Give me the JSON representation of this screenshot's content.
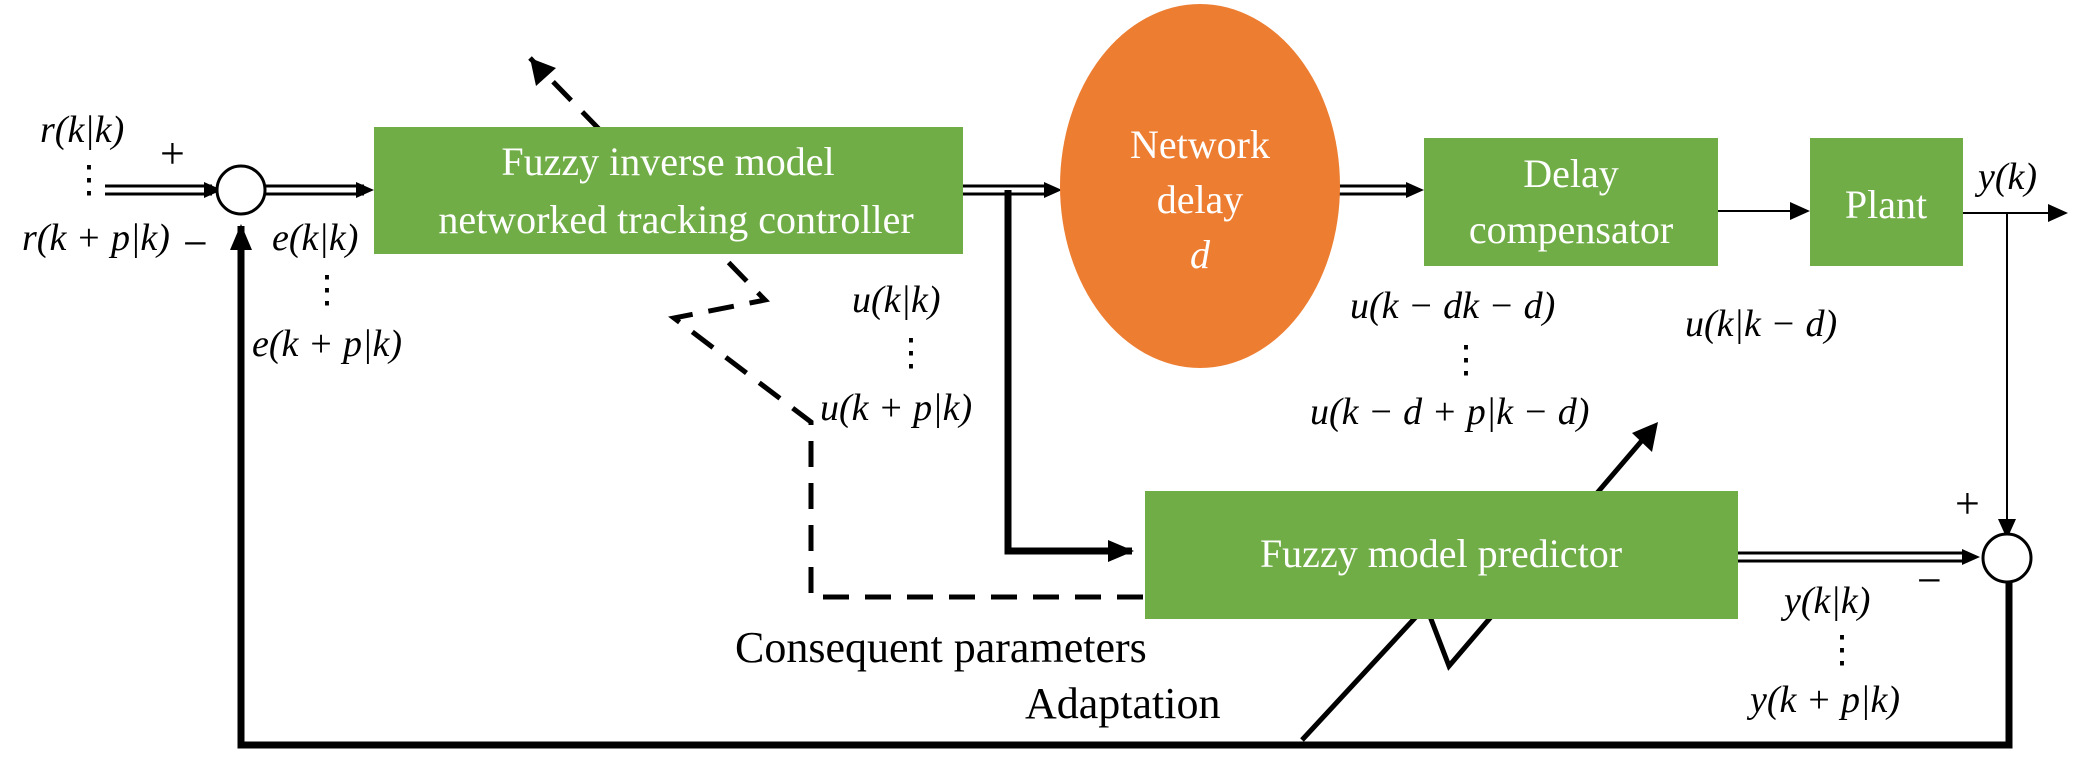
{
  "blocks": {
    "controller": {
      "line1": "Fuzzy inverse model",
      "line2": "networked tracking controller",
      "color": "#70ad47"
    },
    "network_delay": {
      "line1": "Network",
      "line2": "delay",
      "line3": "d",
      "color": "#ed7d31"
    },
    "compensator": {
      "line1": "Delay",
      "line2": "compensator",
      "color": "#70ad47"
    },
    "plant": {
      "label": "Plant",
      "color": "#70ad47"
    },
    "predictor": {
      "label": "Fuzzy model predictor",
      "color": "#70ad47"
    }
  },
  "signals": {
    "r_first": "r(k|k)",
    "r_last": "r(k + p|k)",
    "e_first": "e(k|k)",
    "e_last": "e(k + p|k)",
    "u_first": "u(k|k)",
    "u_last": "u(k + p|k)",
    "ud_first": "u(k − dk − d)",
    "ud_last": "u(k − d + p|k − d)",
    "u_comp": "u(k|k − d)",
    "y_out": "y(k)",
    "y_first": "y(k|k)",
    "y_last": "y(k + p|k)",
    "vdots": "⋮"
  },
  "signs": {
    "plus": "+",
    "minus": "−"
  },
  "annotations": {
    "consequent": "Consequent parameters",
    "adaptation": "Adaptation"
  }
}
